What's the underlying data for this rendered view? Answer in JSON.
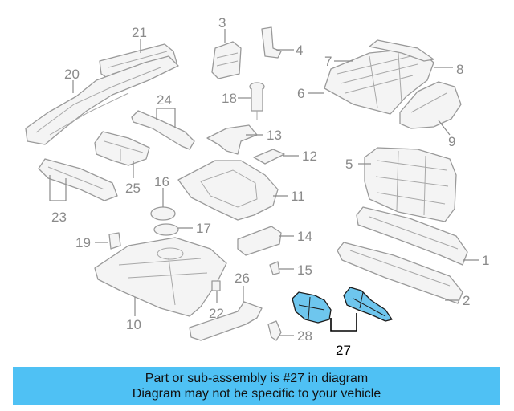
{
  "callouts": [
    "1",
    "2",
    "3",
    "4",
    "5",
    "6",
    "7",
    "8",
    "9",
    "10",
    "11",
    "12",
    "13",
    "14",
    "15",
    "16",
    "17",
    "18",
    "19",
    "20",
    "21",
    "22",
    "23",
    "24",
    "25",
    "26",
    "27",
    "28"
  ],
  "highlighted_part": "27",
  "colors": {
    "highlight": "#6ec6ee",
    "banner": "#4fc1f4",
    "outline": "#9a9a9a"
  },
  "banner": {
    "line1": "Part or sub-assembly is #27 in diagram",
    "line2": "Diagram may not be specific to your vehicle"
  }
}
